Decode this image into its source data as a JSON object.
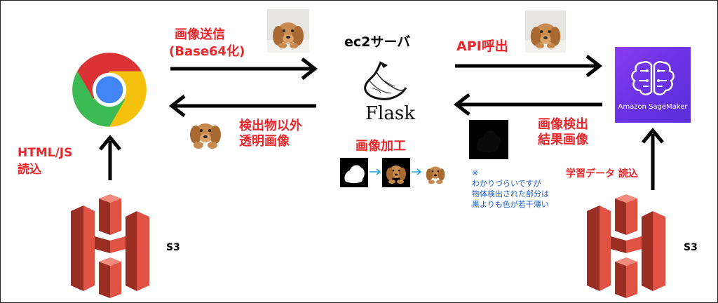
{
  "labels": {
    "send_image_line1": "画像送信",
    "send_image_line2": "(Base64化)",
    "ec2_server": "ec2サーバ",
    "flask": "Flask",
    "api_call": "API呼出",
    "transparent_line1": "検出物以外",
    "transparent_line2": "透明画像",
    "image_processing": "画像加工",
    "detect_line1": "画像検出",
    "detect_line2": "結果画像",
    "html_js_line1": "HTML/JS",
    "html_js_line2": "読込",
    "training_read": "学習データ 読込",
    "s3_left": "S3",
    "s3_right": "S3",
    "sagemaker": "Amazon SageMaker",
    "note_mark": "※",
    "note_line1": "わかりづらいですが",
    "note_line2": "物体検出された部分は",
    "note_line3": "黒よりも色が若干薄い"
  },
  "icons": {
    "chrome": "chrome-logo",
    "flask": "flask-logo",
    "sagemaker": "sagemaker-brain-icon",
    "s3": "aws-s3-bucket-icon",
    "dog": "puppy-photo"
  },
  "colors": {
    "red_text": "#e8262b",
    "s3_red": "#e05243",
    "sagemaker_purple": "#7a36ec",
    "note_blue": "#1a5fd0"
  }
}
